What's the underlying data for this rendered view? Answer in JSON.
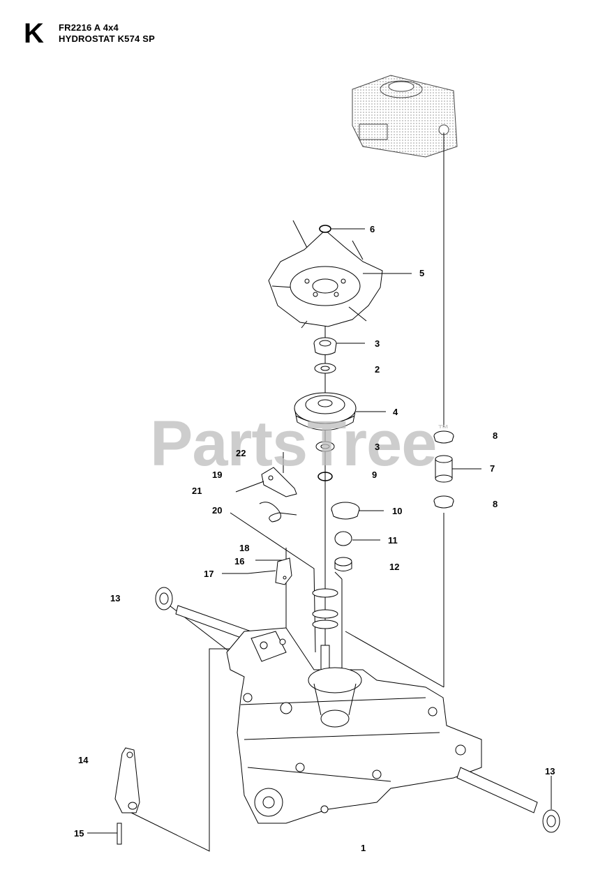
{
  "header": {
    "section_letter": "K",
    "model_line": "FR2216 A 4x4",
    "assembly_line": "HYDROSTAT K574 SP"
  },
  "watermark": {
    "text": "PartsTree",
    "mark": "™",
    "color": "#bdbdbd"
  },
  "callouts": [
    "6",
    "5",
    "3",
    "2",
    "4",
    "8",
    "7",
    "8",
    "3",
    "22",
    "19",
    "9",
    "21",
    "20",
    "10",
    "11",
    "18",
    "16",
    "12",
    "17",
    "13",
    "14",
    "13",
    "15",
    "1"
  ],
  "colors": {
    "line": "#000000",
    "background": "#ffffff"
  }
}
